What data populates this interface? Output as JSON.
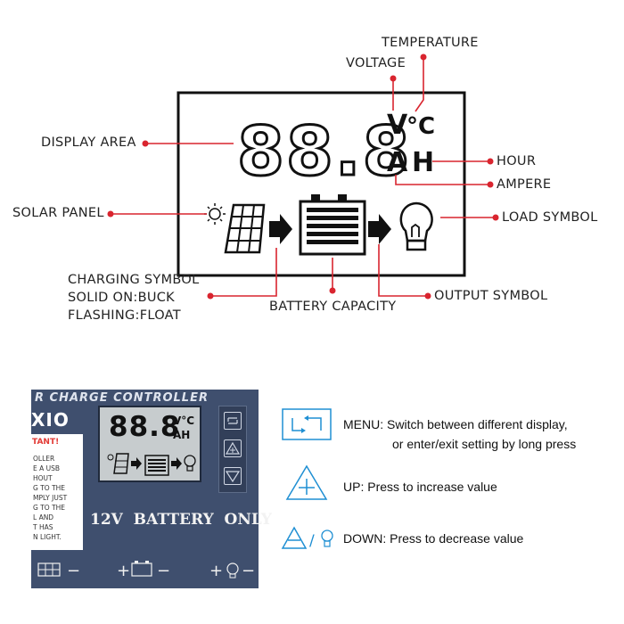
{
  "diagram": {
    "display_digits": "88.8",
    "unit_voltage": "V",
    "unit_temperature": "°C",
    "unit_ampere": "A",
    "unit_hour": "H",
    "labels": {
      "temperature": "TEMPERATURE",
      "voltage": "VOLTAGE",
      "display_area": "DISPLAY AREA",
      "hour": "HOUR",
      "ampere": "AMPERE",
      "solar_panel": "SOLAR PANEL",
      "load_symbol": "LOAD SYMBOL",
      "charging_symbol_1": "CHARGING SYMBOL",
      "charging_symbol_2": "SOLID ON:BUCK",
      "charging_symbol_3": "FLASHING:FLOAT",
      "battery_capacity": "BATTERY CAPACITY",
      "output_symbol": "OUTPUT SYMBOL"
    },
    "colors": {
      "leader": "#d9252f",
      "lcd_frame": "#111111",
      "panel_bg": "#3f4f6e",
      "accent_blue": "#1f8fd3"
    }
  },
  "panel": {
    "title": "R CHARGE CONTROLLER",
    "brand": "XIO",
    "warning": "TANT!",
    "warning_lines": [
      "OLLER",
      "E A USB",
      "HOUT",
      "G TO THE",
      "MPLY JUST",
      "G TO THE",
      "L AND",
      "T HAS",
      "N LIGHT."
    ],
    "lcd_digits": "88.8",
    "lcd_unit_top": "V°C",
    "lcd_unit_bottom": "AH",
    "battery_only": "12V  BATTERY  ONLY",
    "terminal_minus": "−",
    "terminal_plus": "+"
  },
  "legend": {
    "menu_title": "MENU:",
    "menu_desc1": "Switch between different display,",
    "menu_desc2": "or enter/exit setting by long press",
    "up_title": "UP:",
    "up_desc": "Press to increase value",
    "down_title": "DOWN:",
    "down_desc": "Press to decrease value",
    "slash": "/"
  }
}
